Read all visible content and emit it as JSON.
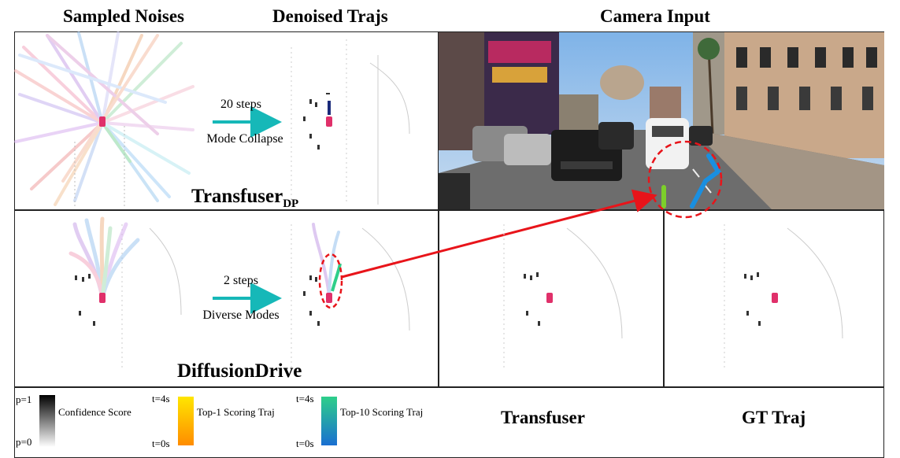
{
  "headers": {
    "sampled": "Sampled Noises",
    "denoised": "Denoised Trajs",
    "camera": "Camera Input"
  },
  "top_row": {
    "model": "Transfuser",
    "model_sub": "DP",
    "steps": "20 steps",
    "mode": "Mode Collapse"
  },
  "bottom_row": {
    "model": "DiffusionDrive",
    "steps": "2 steps",
    "mode": "Diverse Modes"
  },
  "bottom_right": {
    "transfuser": "Transfuser",
    "gt": "GT Traj"
  },
  "legend": {
    "p1": "p=1",
    "p0": "p=0",
    "confidence": "Confidence Score",
    "t4a": "t=4s",
    "t0a": "t=0s",
    "top1": "Top-1 Scoring Traj",
    "t4b": "t=4s",
    "t0b": "t=0s",
    "top10": "Top-10 Scoring Traj"
  },
  "colors": {
    "arrow": "#16b8b8",
    "ego": "#e0306a",
    "red_arrow": "#e8141a",
    "top1_start": "#ffe600",
    "top1_end": "#ff8c00",
    "top10_start": "#2ecf8a",
    "top10_end": "#1a6fd1"
  }
}
